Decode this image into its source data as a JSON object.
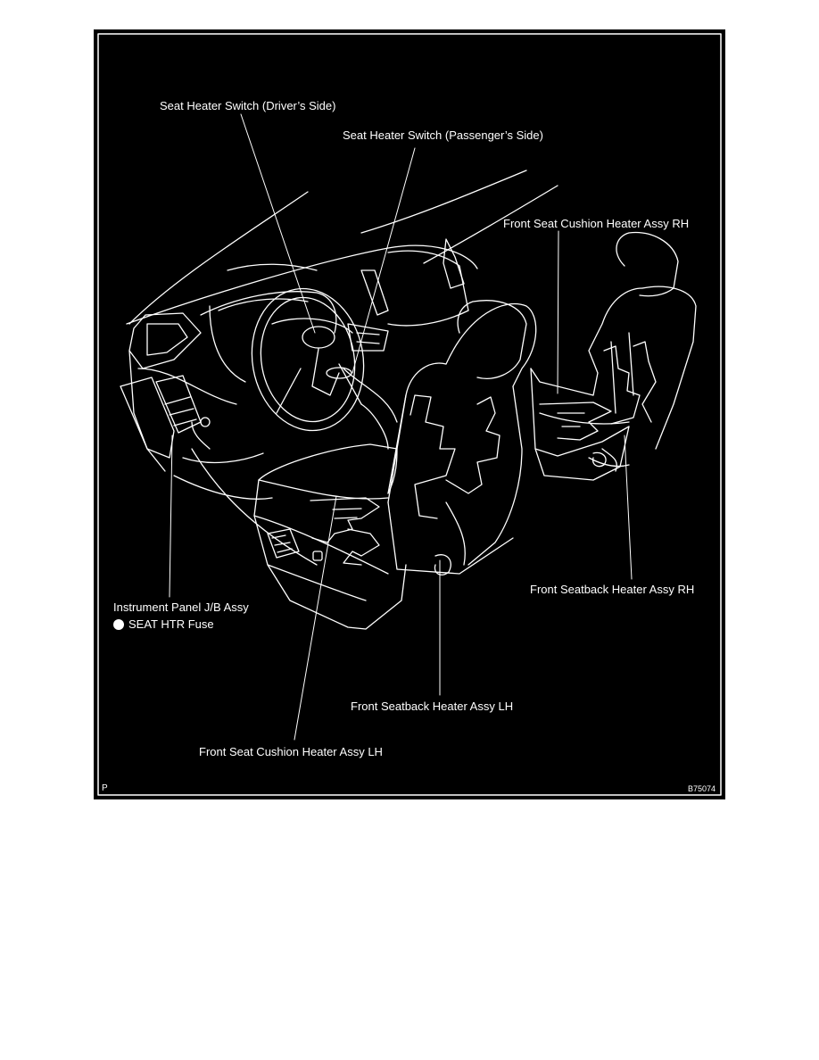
{
  "labels": {
    "seat_switch_driver": "Seat Heater Switch (Driver’s Side)",
    "seat_switch_passenger": "Seat Heater Switch (Passenger’s Side)",
    "cushion_rh": "Front Seat Cushion Heater Assy RH",
    "instrument_panel": "Instrument Panel J/B Assy",
    "fuse": "SEAT HTR Fuse",
    "seatback_rh": "Front Seatback Heater Assy RH",
    "seatback_lh": "Front Seatback Heater Assy LH",
    "cushion_lh": "Front Seat Cushion Heater Assy LH",
    "corner_letter": "P",
    "figure_id": "B75074"
  },
  "colors": {
    "background": "#000000",
    "line": "#ffffff",
    "page": "#ffffff"
  }
}
